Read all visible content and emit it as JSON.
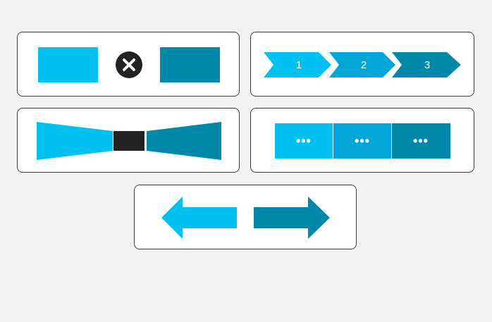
{
  "colors": {
    "primary": "#00c0f0",
    "mid": "#00a6d6",
    "secondary": "#0088aa",
    "dark": "#222222",
    "card_border": "#3a3a3a",
    "background": "#f2f2f2"
  },
  "icons": {
    "close": "close-icon",
    "ellipsis": "ellipsis-icon",
    "arrow_left": "arrow-left-icon",
    "arrow_right": "arrow-right-icon"
  },
  "process_steps": [
    {
      "label": "1"
    },
    {
      "label": "2"
    },
    {
      "label": "3"
    }
  ],
  "segments": [
    {
      "label": "•••"
    },
    {
      "label": "•••"
    },
    {
      "label": "•••"
    }
  ]
}
